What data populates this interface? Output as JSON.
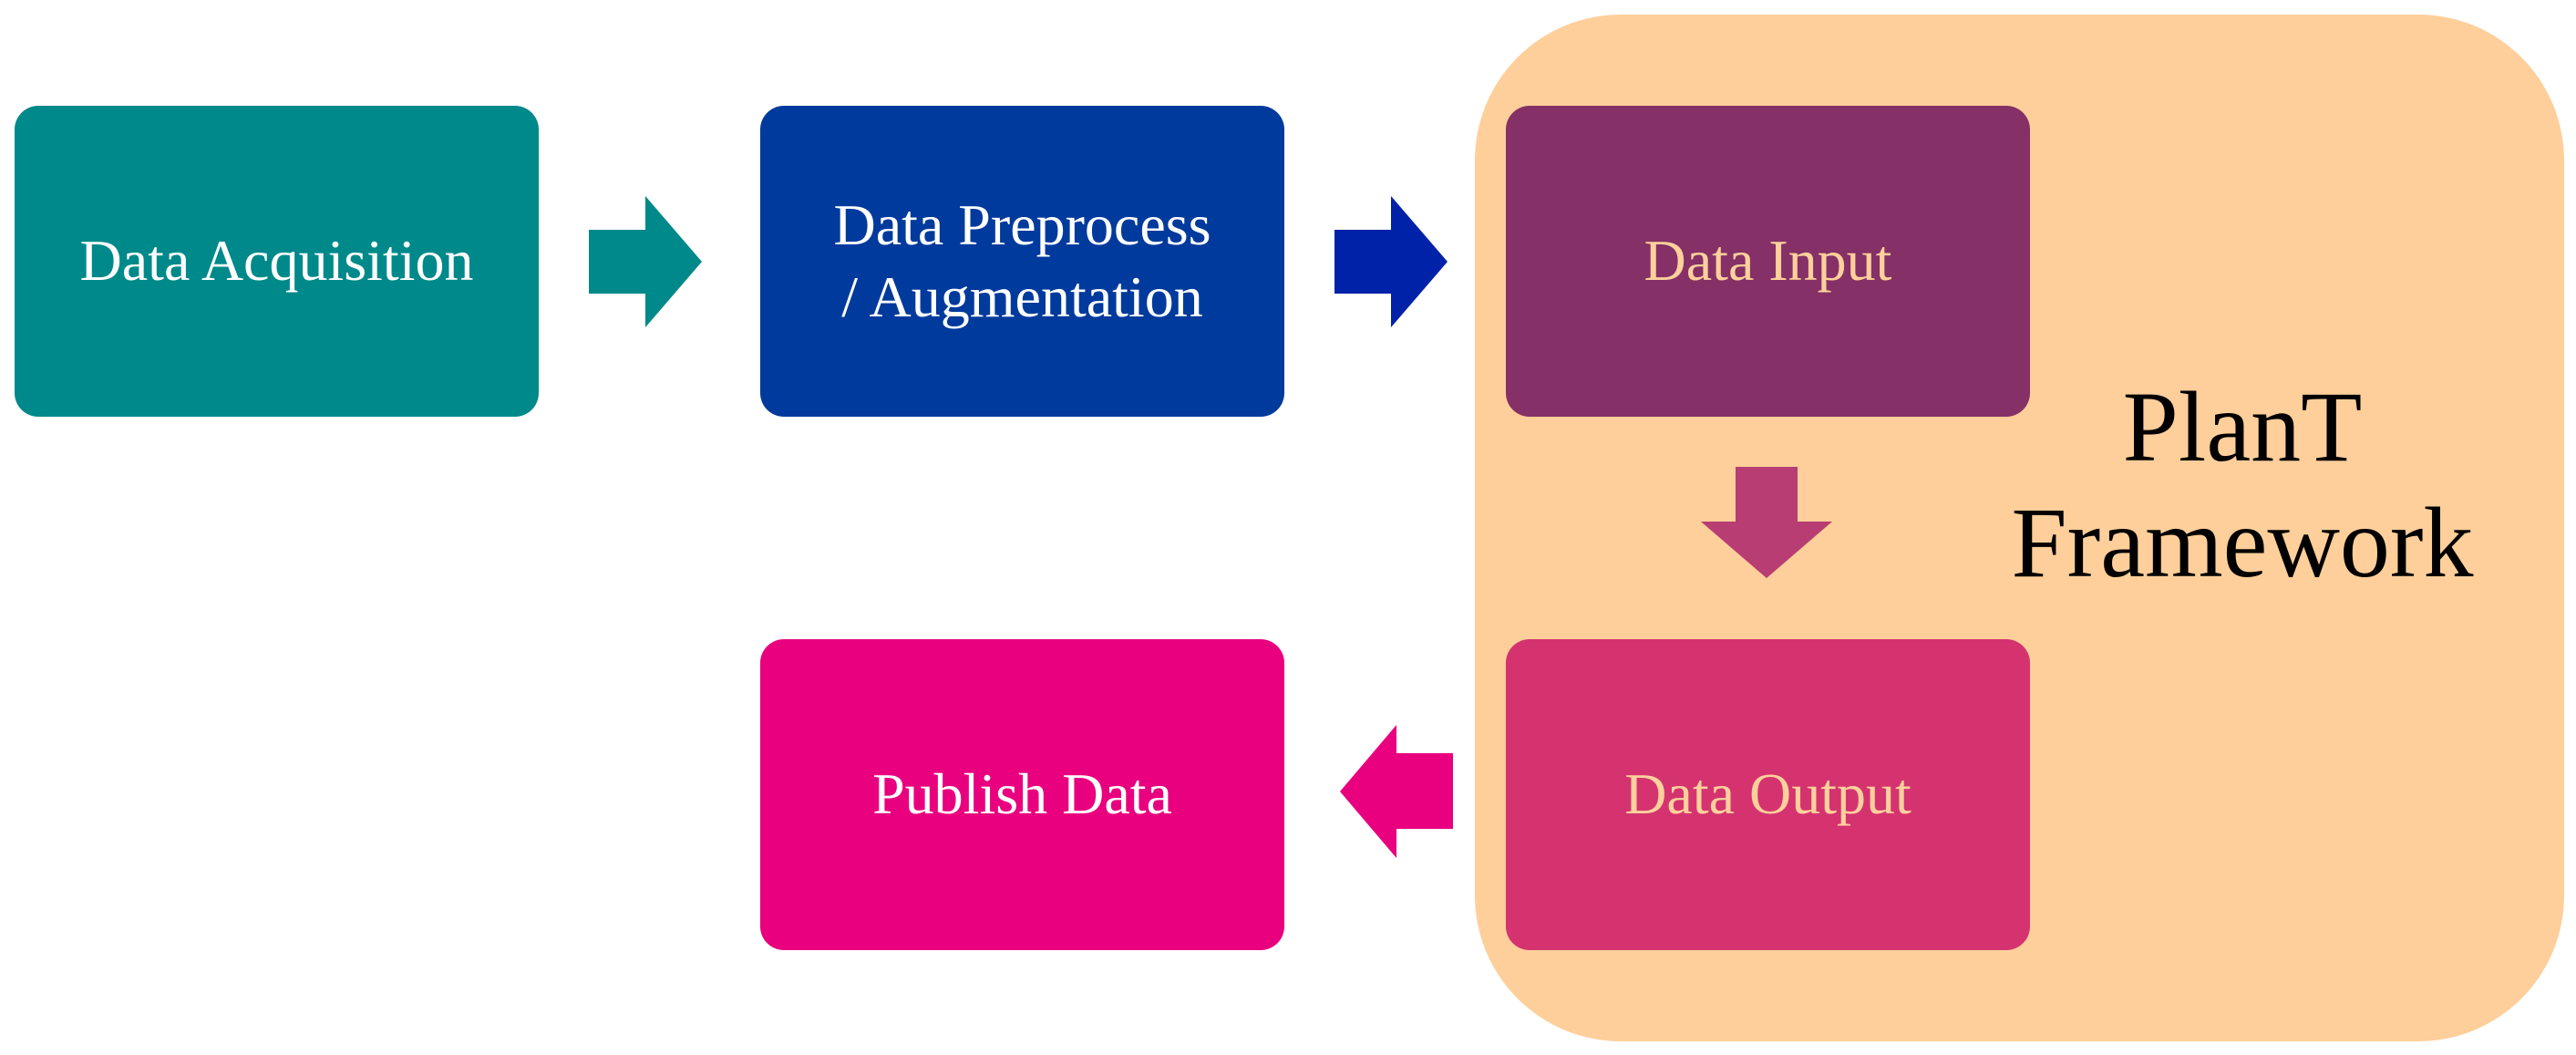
{
  "diagram": {
    "nodes": {
      "acquisition": {
        "label": "Data Acquisition"
      },
      "preprocess": {
        "line1": "Data Preprocess",
        "line2": "/ Augmentation"
      },
      "input": {
        "label": "Data Input"
      },
      "output": {
        "label": "Data Output"
      },
      "publish": {
        "label": "Publish Data"
      }
    },
    "framework": {
      "line1": "PlanT",
      "line2": "Framework"
    },
    "arrows": [
      {
        "from": "Data Acquisition",
        "to": "Data Preprocess / Augmentation",
        "color": "#00898a"
      },
      {
        "from": "Data Preprocess / Augmentation",
        "to": "Data Input",
        "color": "#0022a8"
      },
      {
        "from": "Data Input",
        "to": "Data Output",
        "color": "#b83d73"
      },
      {
        "from": "Data Output",
        "to": "Publish Data",
        "color": "#e9007f"
      }
    ],
    "colors": {
      "framework_bg": "#fecf9a",
      "acquisition": "#00898a",
      "preprocess": "#003a9c",
      "input": "#853066",
      "output": "#d4336f",
      "publish": "#e9007f",
      "input_output_text": "#fdd09c"
    }
  }
}
